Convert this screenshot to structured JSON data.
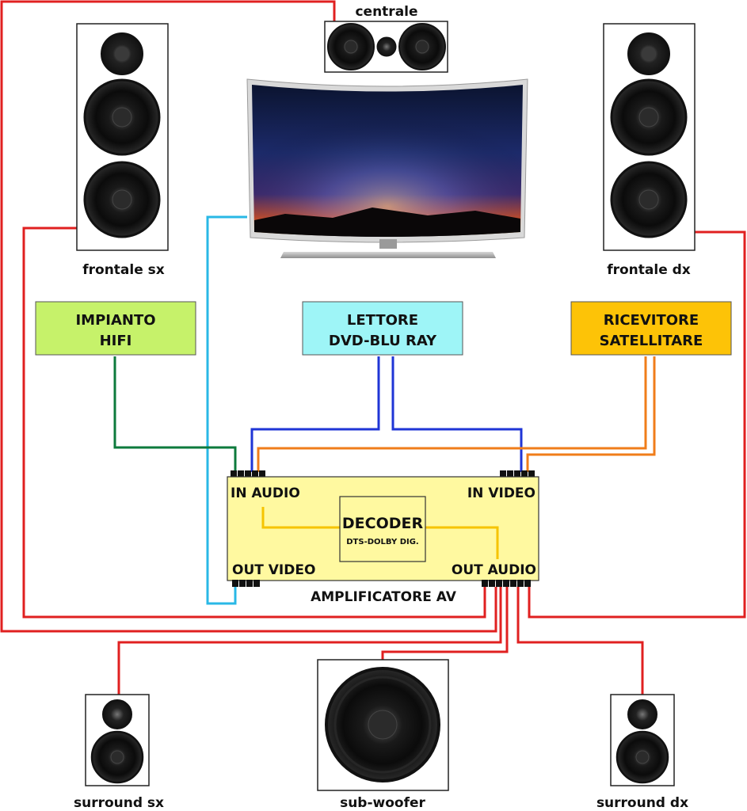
{
  "speakers": {
    "center_label": "centrale",
    "front_left_label": "frontale sx",
    "front_right_label": "frontale dx",
    "surround_left_label": "surround sx",
    "subwoofer_label": "sub-woofer",
    "surround_right_label": "surround dx"
  },
  "sources": {
    "hifi": {
      "line1": "IMPIANTO",
      "line2": "HIFI",
      "color": "#c6f26a"
    },
    "dvd": {
      "line1": "LETTORE",
      "line2": "DVD-BLU RAY",
      "color": "#9ef5f7"
    },
    "sat": {
      "line1": "RICEVITORE",
      "line2": "SATELLITARE",
      "color": "#fdc307"
    }
  },
  "amplifier": {
    "label": "AMPLIFICATORE AV",
    "in_audio": "IN AUDIO",
    "in_video": "IN VIDEO",
    "out_video": "OUT VIDEO",
    "out_audio": "OUT AUDIO",
    "decoder_title": "DECODER",
    "decoder_sub": "DTS-DOLBY DIG.",
    "body_color": "#fff9a0"
  },
  "colors": {
    "speaker_wire": "#e02020",
    "video_wire": "#29b8e6",
    "hifi_wire": "#0d7a3c",
    "dvd_wire": "#1f35d6",
    "sat_wire": "#f07d1a",
    "decoder_wire": "#f6c400"
  }
}
